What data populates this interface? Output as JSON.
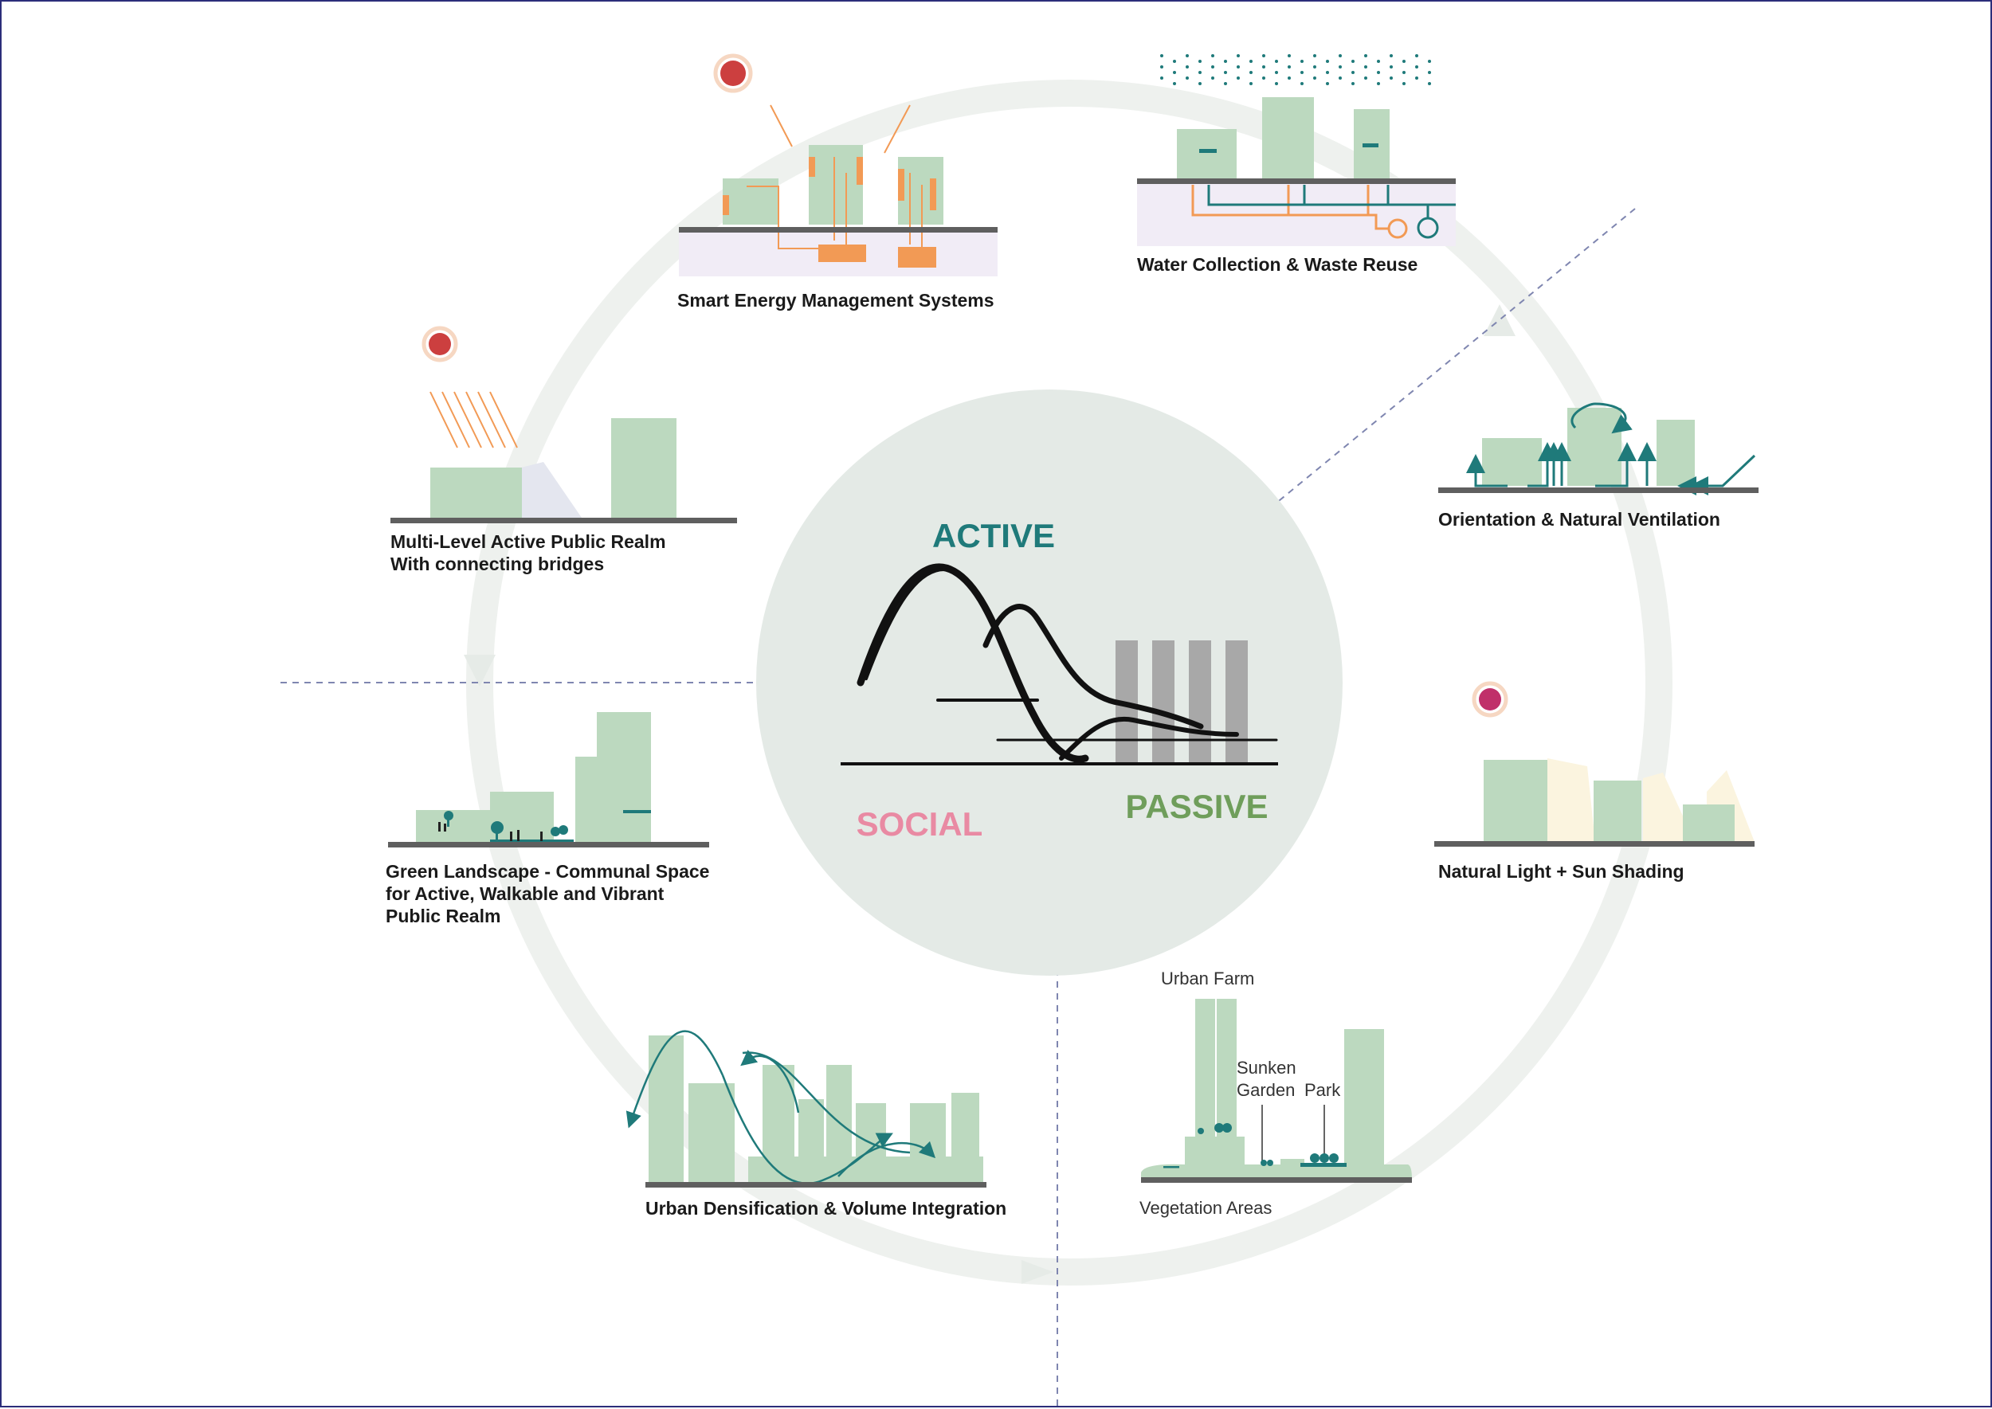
{
  "center": {
    "active_label": "ACTIVE",
    "social_label": "SOCIAL",
    "passive_label": "PASSIVE",
    "active_color": "#1f7a7a",
    "social_color": "#e98aa3",
    "passive_color": "#6f9e5b"
  },
  "captions": {
    "energy": "Smart Energy Management Systems",
    "water": "Water Collection & Waste Reuse",
    "realm_line1": "Multi-Level Active Public Realm",
    "realm_line2": "With connecting bridges",
    "ventilation": "Orientation & Natural Ventilation",
    "landscape_line1": "Green Landscape - Communal Space",
    "landscape_line2": "for Active, Walkable and Vibrant",
    "landscape_line3": "Public Realm",
    "light": "Natural Light + Sun Shading",
    "densification": "Urban Densification & Volume Integration"
  },
  "vegetation": {
    "urban_farm": "Urban Farm",
    "sunken_line1": "Sunken",
    "sunken_line2": "Garden",
    "park": "Park",
    "vegetation_areas": "Vegetation Areas"
  },
  "colors": {
    "building_green": "#bcd9bf",
    "ground_dark": "#5f5f5f",
    "orange": "#f29a55",
    "teal": "#1f7a7a",
    "sun_red": "#cc3f3f",
    "sun_magenta": "#c0306a",
    "center_circle": "#e4eae6",
    "ring": "#eef1ee"
  }
}
